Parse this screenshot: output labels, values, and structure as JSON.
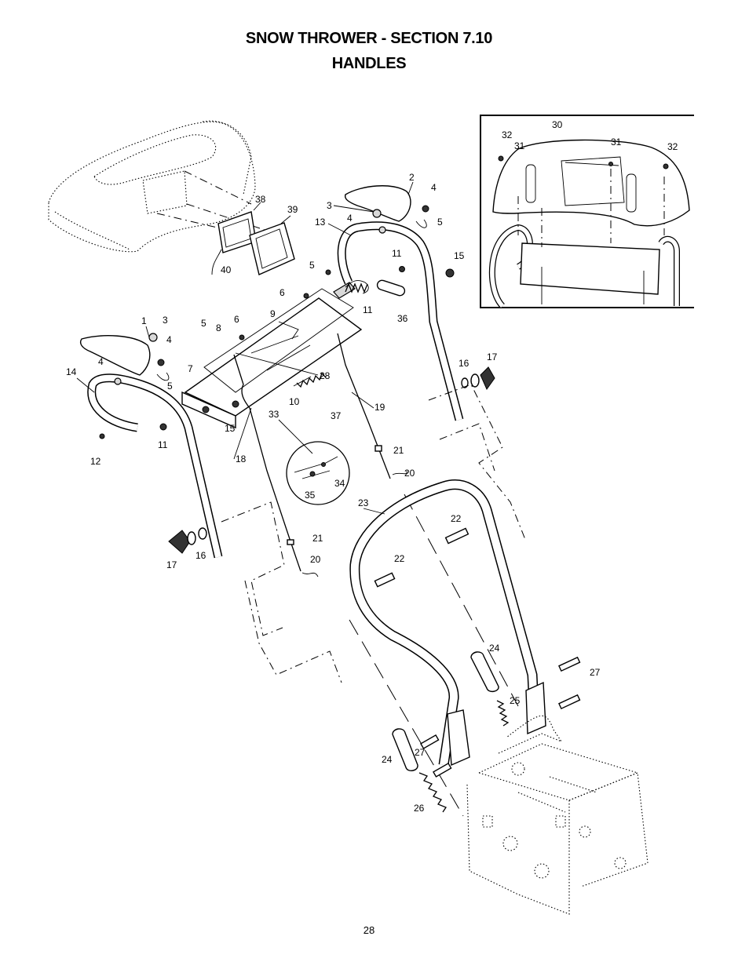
{
  "header": {
    "line1": "SNOW THROWER -    SECTION  7.10",
    "line2": "HANDLES"
  },
  "page_number": "28",
  "callouts": [
    {
      "id": "c-1",
      "text": "1"
    },
    {
      "id": "c-2",
      "text": "2"
    },
    {
      "id": "c-3a",
      "text": "3"
    },
    {
      "id": "c-3b",
      "text": "3"
    },
    {
      "id": "c-4a",
      "text": "4"
    },
    {
      "id": "c-4b",
      "text": "4"
    },
    {
      "id": "c-4c",
      "text": "4"
    },
    {
      "id": "c-4d",
      "text": "4"
    },
    {
      "id": "c-5a",
      "text": "5"
    },
    {
      "id": "c-5b",
      "text": "5"
    },
    {
      "id": "c-5c",
      "text": "5"
    },
    {
      "id": "c-5d",
      "text": "5"
    },
    {
      "id": "c-6a",
      "text": "6"
    },
    {
      "id": "c-6b",
      "text": "6"
    },
    {
      "id": "c-7",
      "text": "7"
    },
    {
      "id": "c-8",
      "text": "8"
    },
    {
      "id": "c-9",
      "text": "9"
    },
    {
      "id": "c-10",
      "text": "10"
    },
    {
      "id": "c-11a",
      "text": "11"
    },
    {
      "id": "c-11b",
      "text": "11"
    },
    {
      "id": "c-11c",
      "text": "11"
    },
    {
      "id": "c-12",
      "text": "12"
    },
    {
      "id": "c-13",
      "text": "13"
    },
    {
      "id": "c-14",
      "text": "14"
    },
    {
      "id": "c-15a",
      "text": "15"
    },
    {
      "id": "c-15b",
      "text": "15"
    },
    {
      "id": "c-16a",
      "text": "16"
    },
    {
      "id": "c-16b",
      "text": "16"
    },
    {
      "id": "c-17a",
      "text": "17"
    },
    {
      "id": "c-17b",
      "text": "17"
    },
    {
      "id": "c-18",
      "text": "18"
    },
    {
      "id": "c-19",
      "text": "19"
    },
    {
      "id": "c-20a",
      "text": "20"
    },
    {
      "id": "c-20b",
      "text": "20"
    },
    {
      "id": "c-21a",
      "text": "21"
    },
    {
      "id": "c-21b",
      "text": "21"
    },
    {
      "id": "c-22a",
      "text": "22"
    },
    {
      "id": "c-22b",
      "text": "22"
    },
    {
      "id": "c-23",
      "text": "23"
    },
    {
      "id": "c-24a",
      "text": "24"
    },
    {
      "id": "c-24b",
      "text": "24"
    },
    {
      "id": "c-25",
      "text": "25"
    },
    {
      "id": "c-26",
      "text": "26"
    },
    {
      "id": "c-27a",
      "text": "27"
    },
    {
      "id": "c-27b",
      "text": "27"
    },
    {
      "id": "c-28",
      "text": "28"
    },
    {
      "id": "c-30",
      "text": "30"
    },
    {
      "id": "c-31a",
      "text": "31"
    },
    {
      "id": "c-31b",
      "text": "31"
    },
    {
      "id": "c-32a",
      "text": "32"
    },
    {
      "id": "c-32b",
      "text": "32"
    },
    {
      "id": "c-33",
      "text": "33"
    },
    {
      "id": "c-34",
      "text": "34"
    },
    {
      "id": "c-35",
      "text": "35"
    },
    {
      "id": "c-36",
      "text": "36"
    },
    {
      "id": "c-37",
      "text": "37"
    },
    {
      "id": "c-38",
      "text": "38"
    },
    {
      "id": "c-39",
      "text": "39"
    },
    {
      "id": "c-40",
      "text": "40"
    }
  ]
}
